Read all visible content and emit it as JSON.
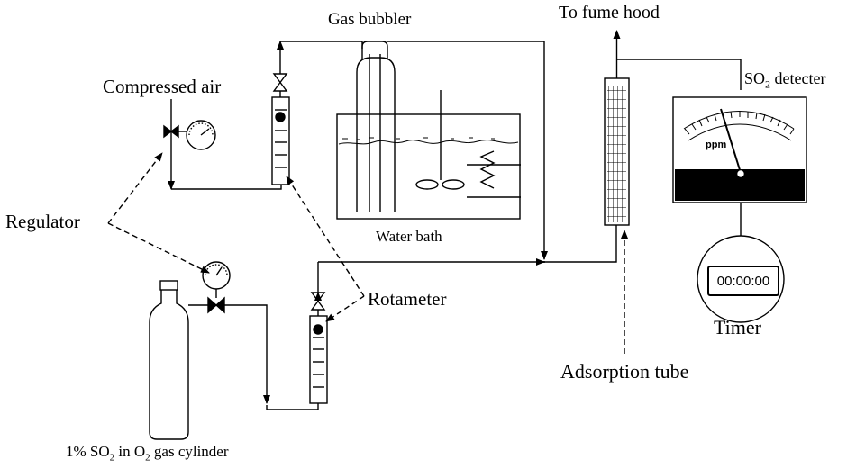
{
  "labels": {
    "gas_bubbler": "Gas bubbler",
    "fume_hood": "To fume hood",
    "so2_detector": {
      "pre": "SO",
      "sub": "2",
      "post": " detecter"
    },
    "compressed_air": "Compressed air",
    "regulator": "Regulator",
    "water_bath": "Water bath",
    "rotameter": "Rotameter",
    "timer": "Timer",
    "adsorption_tube": "Adsorption tube",
    "gas_cylinder": {
      "p1": "1% SO",
      "s1": "2",
      "p2": " in O",
      "s2": "2",
      "p3": " gas cylinder"
    },
    "meter_unit": "ppm",
    "timer_display": "00:00:00"
  }
}
